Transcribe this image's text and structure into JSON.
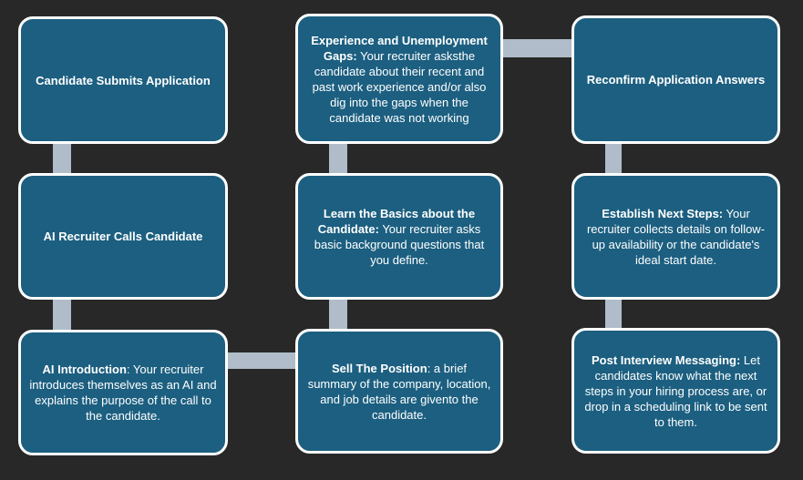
{
  "colors": {
    "background": "#282828",
    "node_fill": "#1C5F80",
    "node_border": "#FFFFFF",
    "connector": "#B0BCC9",
    "text": "#FFFFFF"
  },
  "nodes": [
    {
      "key": "candidate-submits-application",
      "title": "Candidate Submits Application",
      "body": ""
    },
    {
      "key": "ai-recruiter-calls-candidate",
      "title": "AI Recruiter Calls Candidate",
      "body": ""
    },
    {
      "key": "ai-introduction",
      "title": "AI Introduction",
      "body": ": Your recruiter introduces themselves as an AI and explains the purpose of the call to the candidate."
    },
    {
      "key": "experience-and-unemployment-gaps",
      "title": "Experience and Unemployment Gaps:",
      "body": " Your recruiter asksthe candidate about their recent and past work experience and/or also dig into the gaps when the candidate was not working"
    },
    {
      "key": "learn-the-basics-about-the-candidate",
      "title": "Learn the Basics about the Candidate:",
      "body": " Your recruiter asks basic background questions that you define."
    },
    {
      "key": "sell-the-position",
      "title": "Sell The Position",
      "body": ": a brief summary of the company, location, and job details are givento the candidate."
    },
    {
      "key": "reconfirm-application-answers",
      "title": "Reconfirm Application Answers",
      "body": ""
    },
    {
      "key": "establish-next-steps",
      "title": "Establish Next Steps:",
      "body": " Your recruiter collects details on follow-up availability or the candidate's ideal start date."
    },
    {
      "key": "post-interview-messaging",
      "title": "Post Interview Messaging:",
      "body": " Let candidates know what the next steps in your hiring process are, or drop in a scheduling link to be sent to them."
    }
  ]
}
